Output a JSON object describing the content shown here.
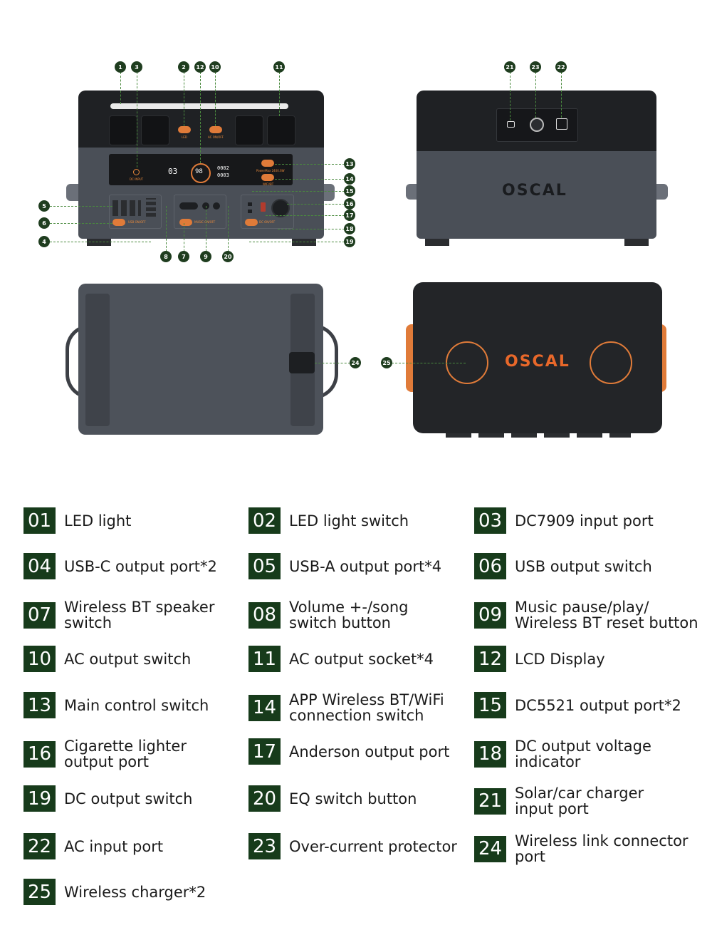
{
  "views": {
    "front_logo": "",
    "back_logo": "OSCAL",
    "top_logo": "OSCAL",
    "front_small_labels": {
      "led": "LED",
      "ac_onoff": "AC ON/OFF",
      "dc_input": "DC INPUT",
      "usb_onoff": "USB ON/OFF",
      "music_onoff": "MUSIC ON/OFF",
      "dc_onoff": "DC ON/OFF",
      "power_max": "PowerMax 2400.6W",
      "wifi_bt": "WIFI/BT"
    },
    "lcd": {
      "left": "03",
      "center": "98",
      "right_top": "0002",
      "right_bottom": "0003"
    }
  },
  "callouts": {
    "front": [
      "1",
      "3",
      "2",
      "12",
      "10",
      "11",
      "13",
      "14",
      "15",
      "16",
      "17",
      "18",
      "19",
      "5",
      "6",
      "4",
      "8",
      "7",
      "9",
      "20"
    ],
    "back": [
      "21",
      "23",
      "22"
    ],
    "bottom": [
      "24"
    ],
    "top": [
      "25"
    ]
  },
  "legend": [
    {
      "num": "01",
      "text": "LED light"
    },
    {
      "num": "02",
      "text": "LED light switch"
    },
    {
      "num": "03",
      "text": "DC7909 input port"
    },
    {
      "num": "04",
      "text": "USB-C output port*2"
    },
    {
      "num": "05",
      "text": "USB-A output port*4"
    },
    {
      "num": "06",
      "text": "USB output switch"
    },
    {
      "num": "07",
      "text": "Wireless BT speaker\nswitch"
    },
    {
      "num": "08",
      "text": "Volume +-/song\nswitch button"
    },
    {
      "num": "09",
      "text": "Music pause/play/\nWireless BT reset button"
    },
    {
      "num": "10",
      "text": "AC output switch"
    },
    {
      "num": "11",
      "text": " AC output socket*4"
    },
    {
      "num": "12",
      "text": " LCD Display"
    },
    {
      "num": "13",
      "text": "Main control switch"
    },
    {
      "num": "14",
      "text": "APP Wireless BT/WiFi\nconnection switch"
    },
    {
      "num": "15",
      "text": "DC5521 output port*2"
    },
    {
      "num": "16",
      "text": "Cigarette lighter\noutput port"
    },
    {
      "num": "17",
      "text": "Anderson output port"
    },
    {
      "num": "18",
      "text": "DC output voltage\nindicator"
    },
    {
      "num": "19",
      "text": " DC output switch"
    },
    {
      "num": "20",
      "text": "EQ switch button"
    },
    {
      "num": "21",
      "text": "Solar/car charger\ninput port"
    },
    {
      "num": "22",
      "text": "AC input port"
    },
    {
      "num": "23",
      "text": " Over-current protector"
    },
    {
      "num": "24",
      "text": "Wireless link connector\nport"
    },
    {
      "num": "25",
      "text": "Wireless charger*2"
    }
  ]
}
